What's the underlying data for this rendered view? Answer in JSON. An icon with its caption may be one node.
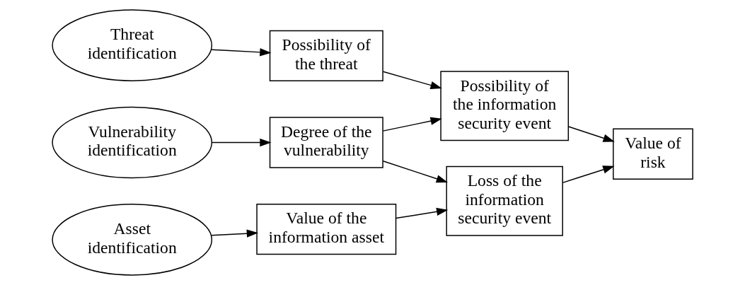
{
  "diagram": {
    "nodes": [
      {
        "text": [
          "Threat identification"
        ]
      },
      {
        "text": [
          "Vulnerability identification"
        ]
      },
      {
        "text": [
          "Asset identification"
        ]
      },
      {
        "text": [
          "Possibility of the threat"
        ]
      },
      {
        "text": [
          "Degree of the vulnerability"
        ]
      },
      {
        "text": [
          "Value of the information asset"
        ]
      },
      {
        "text": [
          "Possibility of the information security event"
        ]
      },
      {
        "text": [
          "Loss of the information security event"
        ]
      },
      {
        "text": [
          "Value of risk"
        ]
      }
    ],
    "edges": [
      {
        "from": 0,
        "to": 3,
        "arrow": "to"
      },
      {
        "from": 1,
        "to": 4,
        "arrow": "to"
      },
      {
        "from": 2,
        "to": 5,
        "arrow": "to"
      },
      {
        "from": 3,
        "to": 6,
        "arrow": "to"
      },
      {
        "from": 4,
        "to": 6,
        "arrow": "to"
      },
      {
        "from": 4,
        "to": 7,
        "arrow": "to"
      },
      {
        "from": 5,
        "to": 7,
        "arrow": "to"
      },
      {
        "from": 6,
        "to": 8,
        "arrow": "to"
      },
      {
        "from": 7,
        "to": 8,
        "arrow": "to"
      }
    ]
  }
}
